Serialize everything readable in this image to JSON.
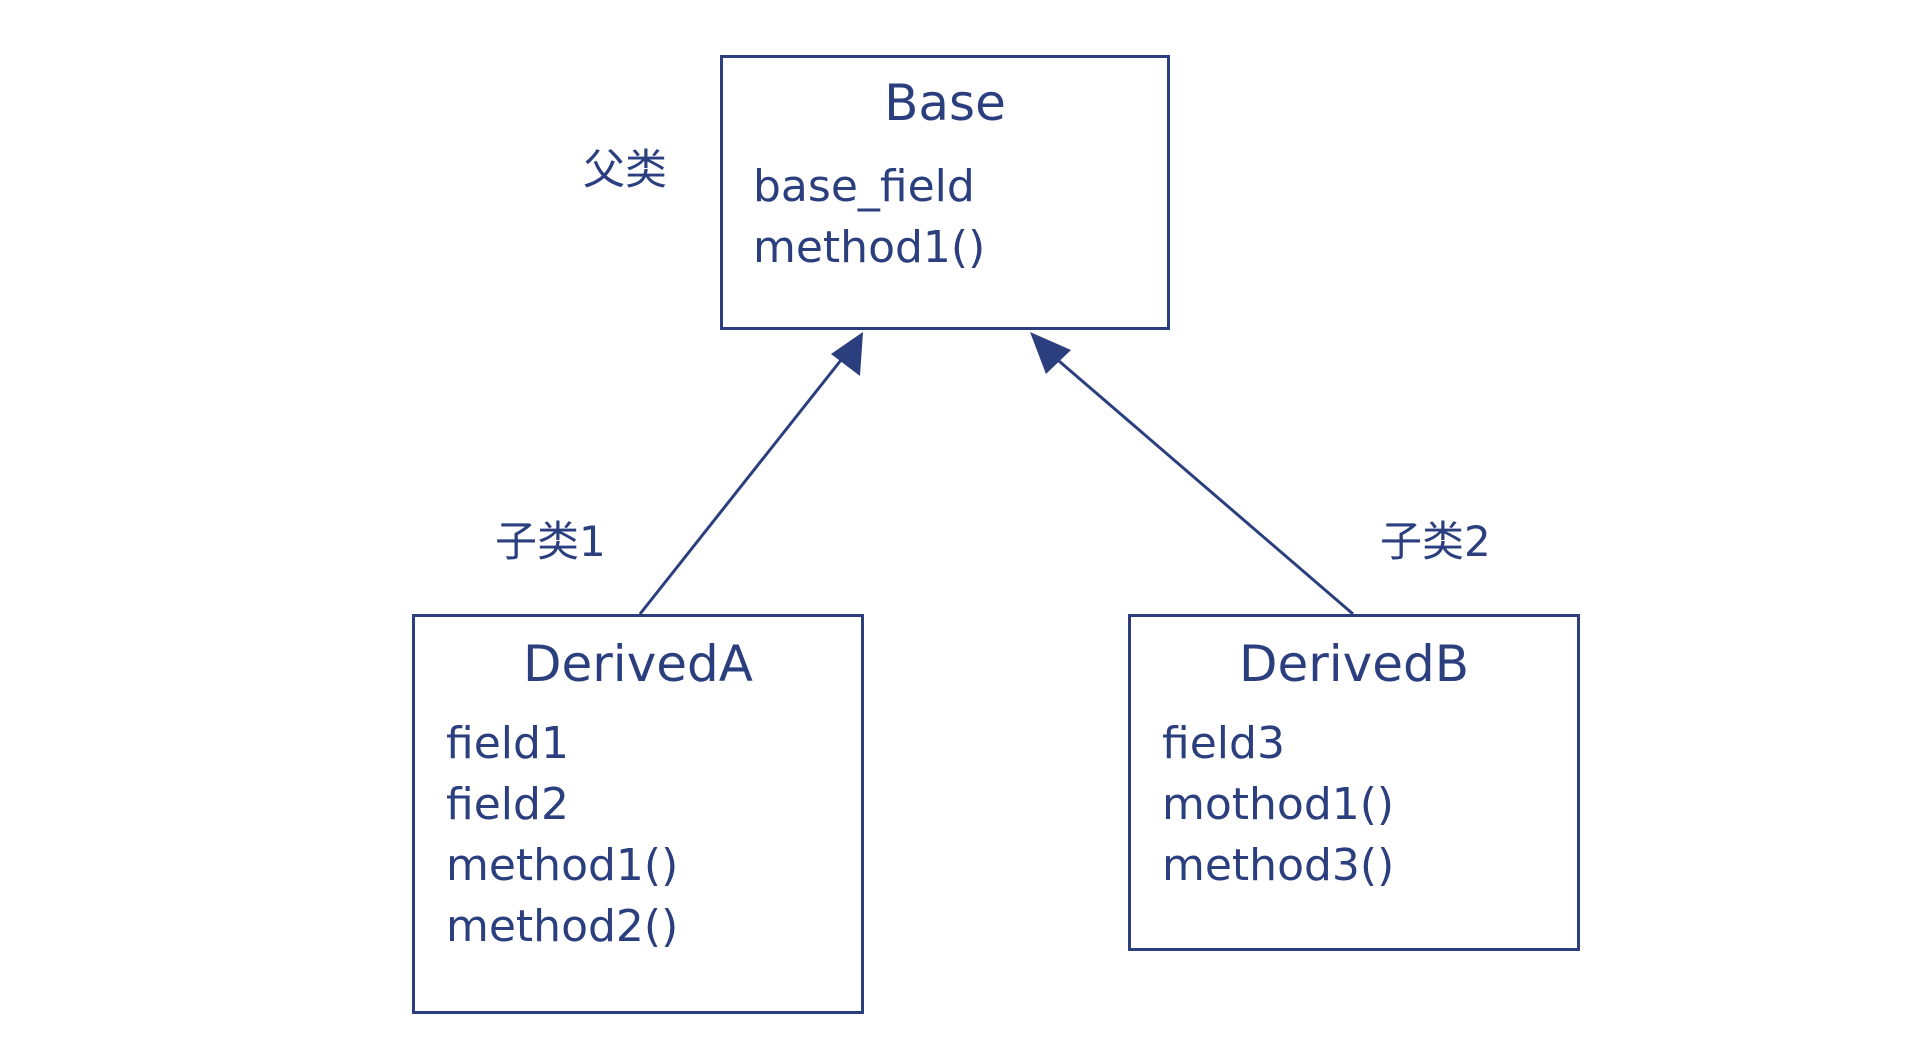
{
  "colors": {
    "ink": "#2b3f7f",
    "background": "#ffffff"
  },
  "labels": {
    "parent": "父类",
    "child1": "子类1",
    "child2": "子类2"
  },
  "classes": {
    "base": {
      "name": "Base",
      "members": [
        "base_field",
        "method1()"
      ]
    },
    "derived_a": {
      "name": "DerivedA",
      "members": [
        "field1",
        "field2",
        "method1()",
        "method2()"
      ]
    },
    "derived_b": {
      "name": "DerivedB",
      "members": [
        "field3",
        "mothod1()",
        "method3()"
      ]
    }
  },
  "relations": [
    {
      "from": "DerivedA",
      "to": "Base",
      "type": "inheritance"
    },
    {
      "from": "DerivedB",
      "to": "Base",
      "type": "inheritance"
    }
  ]
}
